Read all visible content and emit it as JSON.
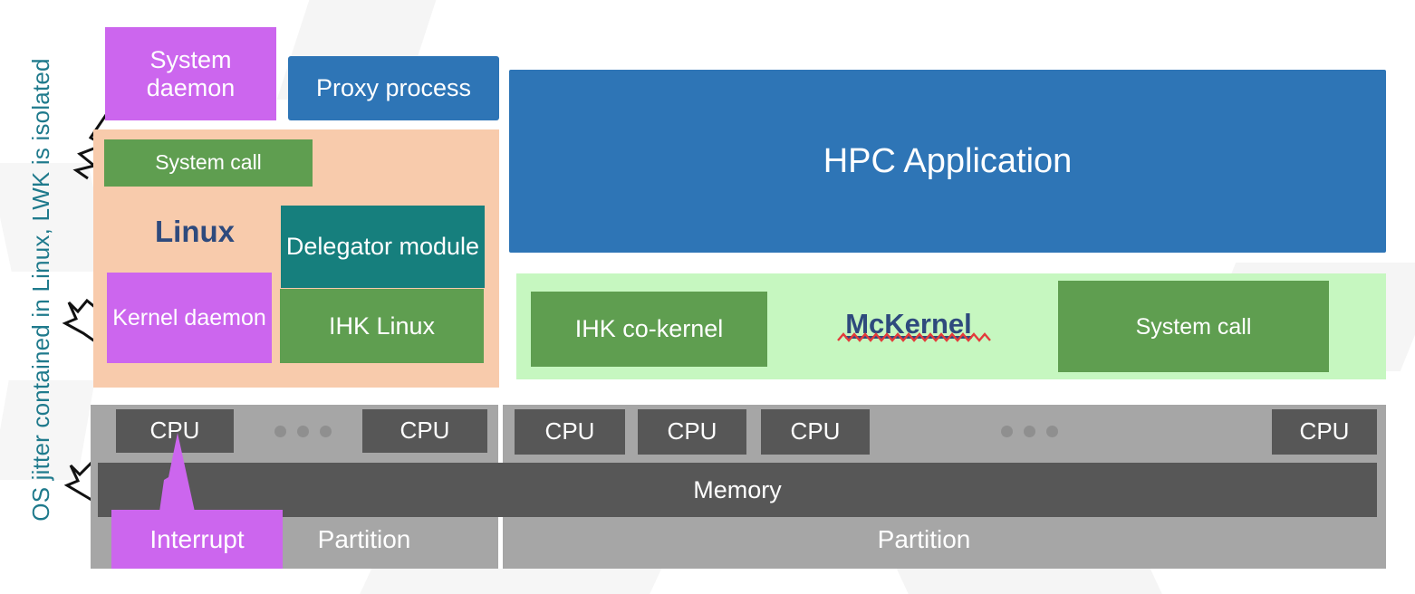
{
  "caption": {
    "vertical_text": "OS jitter contained in Linux, LWK is isolated",
    "color": "#1f7a8c"
  },
  "linux_side": {
    "system_daemon": "System daemon",
    "proxy_process": "Proxy process",
    "linux_label": "Linux",
    "system_call": "System call",
    "delegator_module": "Delegator module",
    "ihk_linux": "IHK Linux",
    "kernel_daemon": "Kernel daemon"
  },
  "lwk_side": {
    "hpc_application": "HPC Application",
    "ihk_co_kernel": "IHK co-kernel",
    "mckernel": "McKernel",
    "system_call": "System call"
  },
  "hardware": {
    "cpu_label": "CPU",
    "memory_label": "Memory",
    "partition_left": "Partition",
    "partition_right": "Partition",
    "interrupt": "Interrupt",
    "left_cpus": [
      "CPU",
      "CPU"
    ],
    "right_cpus": [
      "CPU",
      "CPU",
      "CPU",
      "CPU"
    ],
    "ellipsis": "• • •"
  },
  "colors": {
    "magenta": "#cc66ee",
    "blue": "#2e75b6",
    "peach": "#f8cbac",
    "green": "#5f9e50",
    "teal": "#167f7d",
    "light_green": "#c6f7c0",
    "dark_gray": "#575757",
    "gray": "#a6a6a6",
    "navy_text": "#2e4a7d",
    "caption_teal": "#1f7a8c",
    "spellcheck_red": "#e33b3b"
  }
}
